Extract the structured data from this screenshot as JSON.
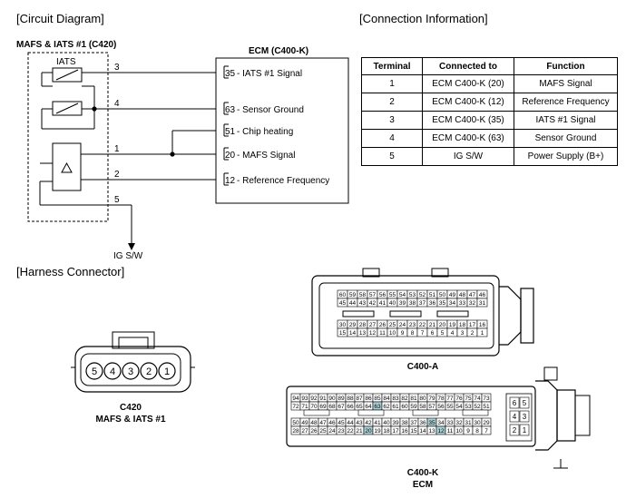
{
  "sections": {
    "circuit": "[Circuit Diagram]",
    "connection": "[Connection Information]",
    "harness": "[Harness Connector]"
  },
  "sensor": {
    "title": "MAFS & IATS #1 (C420)",
    "iats_label": "IATS"
  },
  "ecm": {
    "title": "ECM (C400-K)",
    "pins": [
      {
        "num": "35",
        "label": " - IATS #1 Signal"
      },
      {
        "num": "63",
        "label": " - Sensor Ground"
      },
      {
        "num": "51",
        "label": " - Chip heating"
      },
      {
        "num": "20",
        "label": " - MAFS Signal"
      },
      {
        "num": "12",
        "label": " - Reference Frequency"
      }
    ]
  },
  "wire_numbers": [
    "3",
    "4",
    "1",
    "2",
    "5"
  ],
  "ig_label": "IG S/W",
  "connection_table": {
    "headers": [
      "Terminal",
      "Connected to",
      "Function"
    ],
    "rows": [
      [
        "1",
        "ECM C400-K (20)",
        "MAFS Signal"
      ],
      [
        "2",
        "ECM C400-K (12)",
        "Reference Frequency"
      ],
      [
        "3",
        "ECM C400-K (35)",
        "IATS #1 Signal"
      ],
      [
        "4",
        "ECM C400-K (63)",
        "Sensor Ground"
      ],
      [
        "5",
        "IG S/W",
        "Power Supply (B+)"
      ]
    ]
  },
  "c420": {
    "pins": [
      "5",
      "4",
      "3",
      "2",
      "1"
    ],
    "label1": "C420",
    "label2": "MAFS & IATS #1"
  },
  "c400a": {
    "label": "C400-A",
    "rows": [
      [
        "60",
        "59",
        "58",
        "57",
        "56",
        "55",
        "54",
        "53",
        "52",
        "51",
        "50",
        "49",
        "48",
        "47",
        "46"
      ],
      [
        "45",
        "44",
        "43",
        "42",
        "41",
        "40",
        "39",
        "38",
        "37",
        "36",
        "35",
        "34",
        "33",
        "32",
        "31"
      ],
      [
        "30",
        "29",
        "28",
        "27",
        "26",
        "25",
        "24",
        "23",
        "22",
        "21",
        "20",
        "19",
        "18",
        "17",
        "16"
      ],
      [
        "15",
        "14",
        "13",
        "12",
        "11",
        "10",
        "9",
        "8",
        "7",
        "6",
        "5",
        "4",
        "3",
        "2",
        "1"
      ]
    ]
  },
  "c400k": {
    "label1": "C400-K",
    "label2": "ECM",
    "rows": [
      [
        "94",
        "93",
        "92",
        "91",
        "90",
        "89",
        "88",
        "87",
        "86",
        "85",
        "84",
        "83",
        "82",
        "81",
        "80",
        "79",
        "78",
        "77",
        "76",
        "75",
        "74",
        "73"
      ],
      [
        "72",
        "71",
        "70",
        "69",
        "68",
        "67",
        "66",
        "65",
        "64",
        "63",
        "62",
        "61",
        "60",
        "59",
        "58",
        "57",
        "56",
        "55",
        "54",
        "53",
        "52",
        "51"
      ],
      [
        "50",
        "49",
        "48",
        "47",
        "46",
        "45",
        "44",
        "43",
        "42",
        "41",
        "40",
        "39",
        "38",
        "37",
        "36",
        "35",
        "34",
        "33",
        "32",
        "31",
        "30",
        "29"
      ],
      [
        "28",
        "27",
        "26",
        "25",
        "24",
        "23",
        "22",
        "21",
        "20",
        "19",
        "18",
        "17",
        "16",
        "15",
        "14",
        "13",
        "12",
        "11",
        "10",
        "9",
        "8",
        "7"
      ]
    ],
    "side": [
      [
        "6",
        "5"
      ],
      [
        "4",
        "3"
      ],
      [
        "2",
        "1"
      ]
    ],
    "highlight": [
      "63",
      "35",
      "20",
      "12"
    ],
    "highlight_color": "#a9d3d6"
  }
}
